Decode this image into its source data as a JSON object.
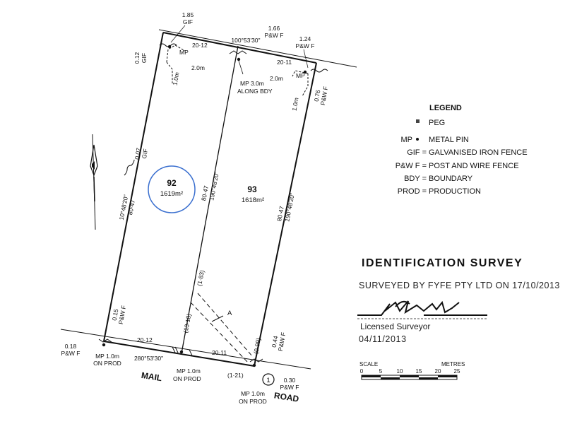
{
  "legend": {
    "title": "LEGEND",
    "items": [
      {
        "key": "",
        "desc": "PEG"
      },
      {
        "key": "MP",
        "desc": "METAL PIN"
      },
      {
        "key": "GIF =",
        "desc": "GALVANISED IRON FENCE"
      },
      {
        "key": "P&W F =",
        "desc": "POST AND WIRE FENCE"
      },
      {
        "key": "BDY =",
        "desc": "BOUNDARY"
      },
      {
        "key": "PROD =",
        "desc": "PRODUCTION"
      }
    ]
  },
  "survey": {
    "title": "IDENTIFICATION SURVEY",
    "surveyed_by": "SURVEYED BY FYFE PTY LTD ON 17/10/2013",
    "role": "Licensed Surveyor",
    "date": "04/11/2013"
  },
  "scale": {
    "label": "SCALE",
    "unit": "METRES",
    "ticks": [
      "0",
      "5",
      "10",
      "15",
      "20",
      "25"
    ]
  },
  "lots": {
    "lot92": {
      "number": "92",
      "area": "1619m²"
    },
    "lot93": {
      "number": "93",
      "area": "1618m²"
    }
  },
  "roads": {
    "left": "MAIL",
    "right": "ROAD"
  },
  "labels": {
    "top_left_gif_val": "1.85",
    "top_left_gif": "GIF",
    "top_bearing": "100°53'30\"",
    "top_mid_val": "1.66",
    "top_mid_fence": "P&W F",
    "top_right_val": "1.24",
    "top_right_fence": "P&W F",
    "left_gif_val": "0.12",
    "left_gif": "GIF",
    "mp_tl": "MP",
    "dist_top_left": "20·12",
    "dist_2m_left": "2.0m",
    "dist_1m_left": "1.0m",
    "dist_top_right": "20·11",
    "dist_2m_right": "2.0m",
    "mp_tr": "MP",
    "dist_1m_right": "1.0m",
    "right_fence_val": "0.76",
    "right_fence": "P&W F",
    "mp_mid_1": "MP 3.0m",
    "mp_mid_2": "ALONG BDY",
    "gif_mid_val": "0.07",
    "gif_mid": "GIF",
    "left_bearing": "10°48'20\"",
    "left_len": "80·47",
    "mid_len": "80·47",
    "mid_bearing": "190°48'20\"",
    "right_len": "80·47",
    "right_bearing": "190°48'20\"",
    "diag_1": "(1·83)",
    "diag_2": "(13·18)",
    "diag_a": "A",
    "bl_fence_val": "0.15",
    "bl_fence": "P&W F",
    "bl_out_val": "0.18",
    "bl_out_fence": "P&W F",
    "bl_mp_1": "MP 1.0m",
    "bl_mp_2": "ON PROD",
    "bot_left_dist": "20·12",
    "bot_bearing": "280°53'30\"",
    "bm_mp_1": "MP 1.0m",
    "bm_mp_2": "ON PROD",
    "bot_right_dist": "20·11",
    "br_099": "(0·99)",
    "br_044": "0.44",
    "br_044f": "P&W F",
    "br_121": "(1·21)",
    "br_circle": "1",
    "br_030": "0.30",
    "br_030f": "P&W F",
    "br_mp_1": "MP 1.0m",
    "br_mp_2": "ON PROD"
  }
}
